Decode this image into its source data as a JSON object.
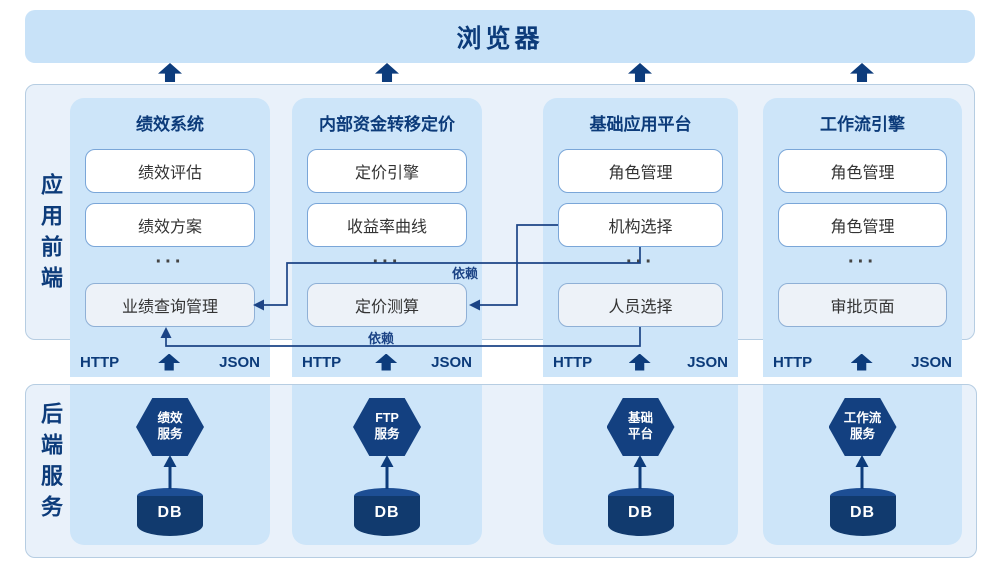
{
  "diagram": {
    "browser_label": "浏览器",
    "frontend_side_label": "应用前端",
    "backend_side_label": "后端服务",
    "dependency_labels": {
      "upper": "依赖",
      "lower": "依赖"
    },
    "columns": [
      {
        "title": "绩效系统",
        "box1": "绩效评估",
        "box2": "绩效方案",
        "ellipsis": "···",
        "box3": "业绩查询管理",
        "http": "HTTP",
        "json": "JSON",
        "service_line1": "绩效",
        "service_line2": "服务",
        "db": "DB"
      },
      {
        "title": "内部资金转移定价",
        "box1": "定价引擎",
        "box2": "收益率曲线",
        "ellipsis": "···",
        "box3": "定价测算",
        "http": "HTTP",
        "json": "JSON",
        "service_line1": "FTP",
        "service_line2": "服务",
        "db": "DB"
      },
      {
        "title": "基础应用平台",
        "box1": "角色管理",
        "box2": "机构选择",
        "ellipsis": "···",
        "box3": "人员选择",
        "http": "HTTP",
        "json": "JSON",
        "service_line1": "基础",
        "service_line2": "平台",
        "db": "DB"
      },
      {
        "title": "工作流引擎",
        "box1": "角色管理",
        "box2": "角色管理",
        "ellipsis": "···",
        "box3": "审批页面",
        "http": "HTTP",
        "json": "JSON",
        "service_line1": "工作流",
        "service_line2": "服务",
        "db": "DB"
      }
    ],
    "colors": {
      "navy": "#0c3b7a",
      "panel_blue": "#cde5f9",
      "bar_blue": "#c8e2f8",
      "container_bg": "#e9f1fa",
      "container_border": "#b6cde2",
      "box_border": "#7aa6d8",
      "muted_box_bg": "#edf2f8",
      "line": "#1c4486"
    }
  }
}
